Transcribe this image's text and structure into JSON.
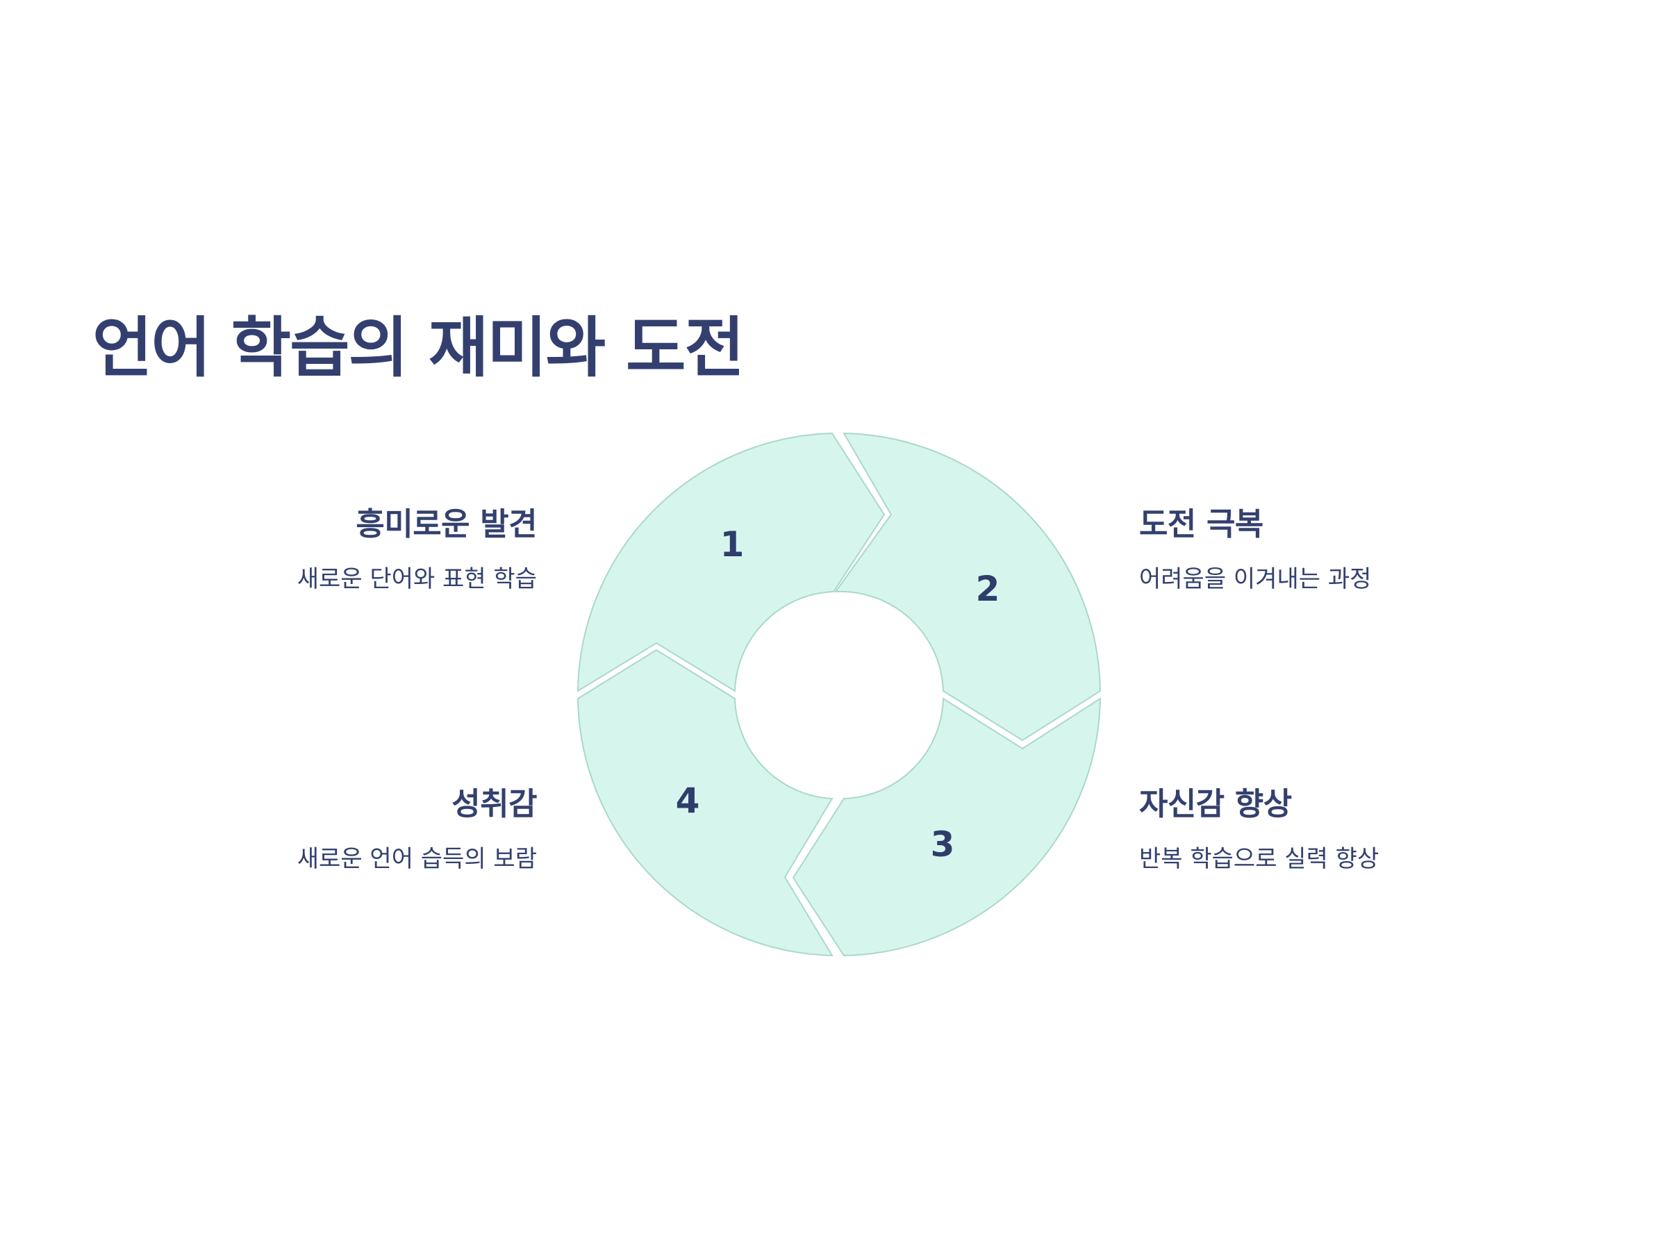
{
  "title": "언어 학습의 재미와 도전",
  "steps": [
    {
      "number": "1",
      "title": "흥미로운 발견",
      "description": "새로운 단어와 표현 학습"
    },
    {
      "number": "2",
      "title": "도전 극복",
      "description": "어려움을 이겨내는 과정"
    },
    {
      "number": "3",
      "title": "자신감 향상",
      "description": "반복 학습으로 실력 향상"
    },
    {
      "number": "4",
      "title": "성취감",
      "description": "새로운 언어 습득의 보람"
    }
  ],
  "colors": {
    "segment_fill": "#d6f5ed",
    "segment_stroke": "#aad8cb",
    "text": "#33406f",
    "background": "#ffffff"
  }
}
